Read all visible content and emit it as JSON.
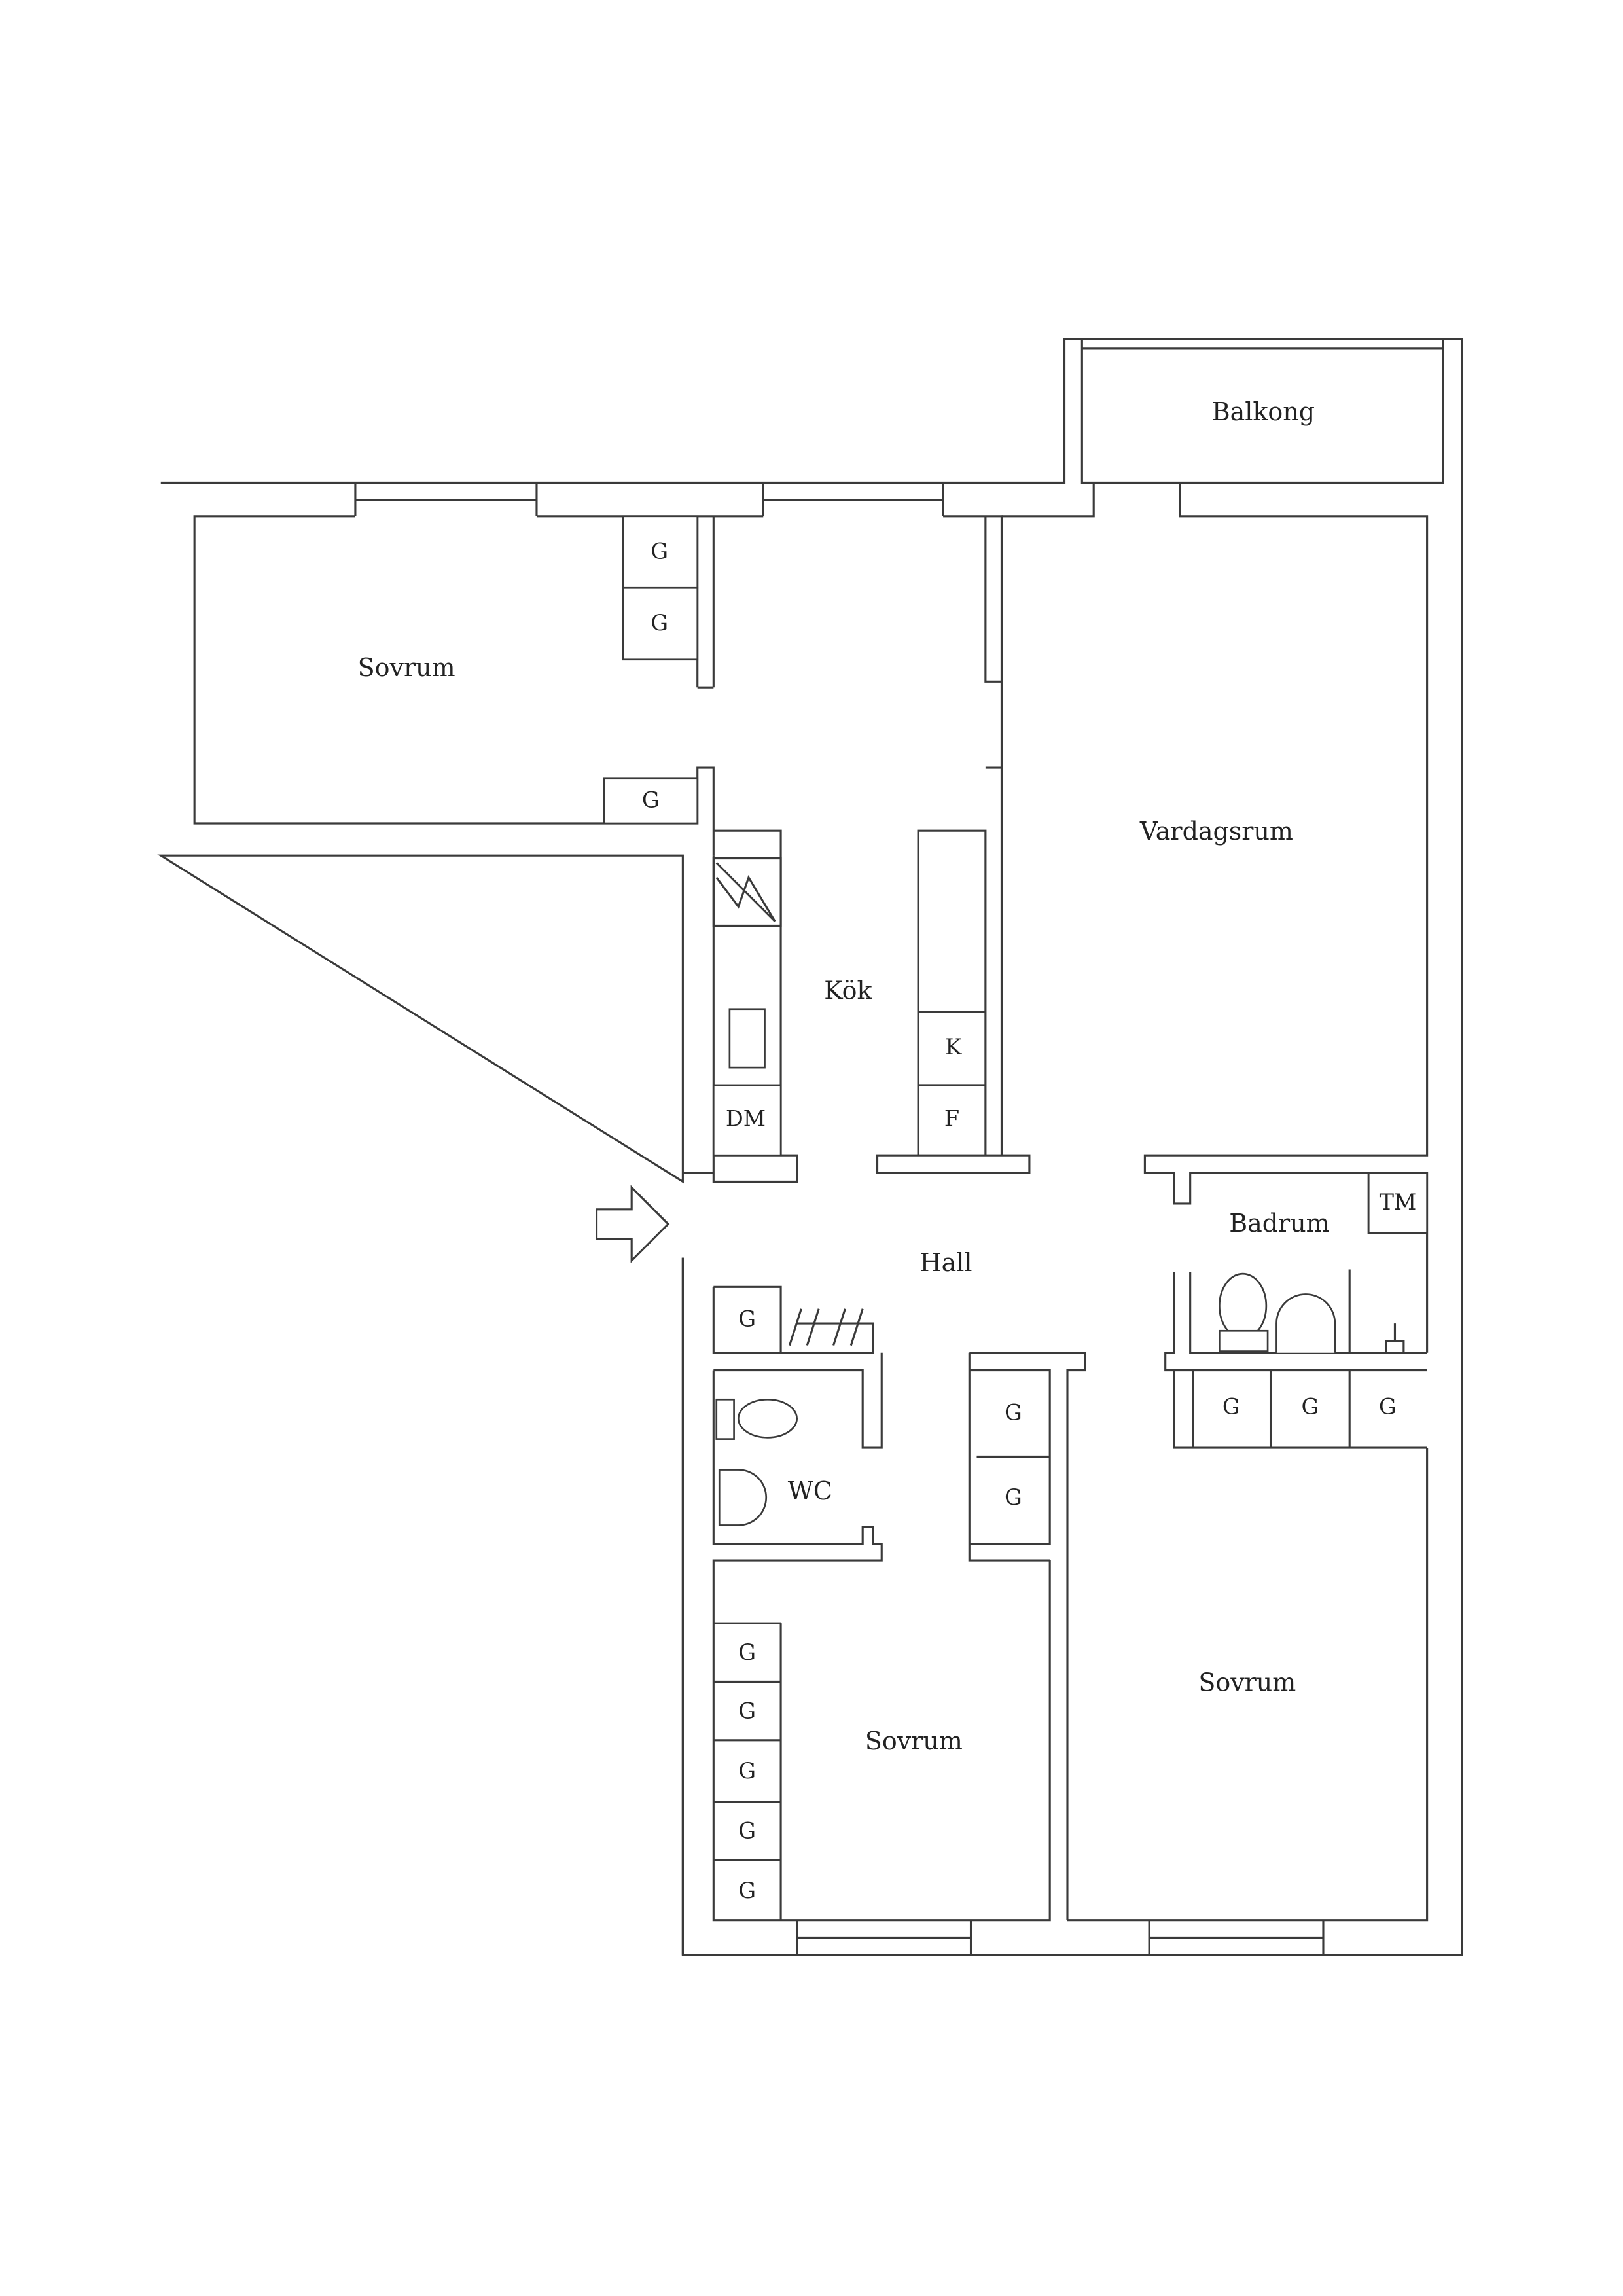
{
  "rooms": {
    "balcony": "Balkong",
    "bedroom_top_left": "Sovrum",
    "living_room": "Vardagsrum",
    "kitchen": "Kök",
    "hall": "Hall",
    "bathroom": "Badrum",
    "wc": "WC",
    "bedroom_bottom_middle": "Sovrum",
    "bedroom_bottom_right": "Sovrum"
  },
  "fixtures": {
    "wardrobe": "G",
    "fridge": "K",
    "freezer": "F",
    "dishwasher": "DM",
    "dryer": "TM"
  },
  "entrance": {
    "icon": "arrow-right-icon"
  },
  "colors": {
    "line": "#3a3a3a",
    "background": "#ffffff"
  }
}
